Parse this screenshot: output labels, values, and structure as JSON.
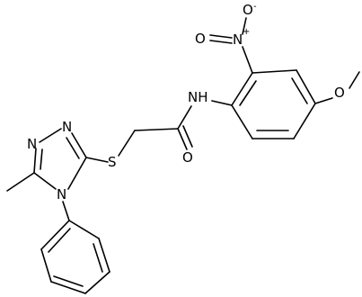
{
  "molecule": {
    "labels": {
      "nitro_o_top": "O",
      "nitro_o_top_charge": "-",
      "nitro_n": "N",
      "nitro_n_charge": "+",
      "nitro_o_left": "O",
      "amide_nh": "NH",
      "methoxy_o": "O",
      "amide_o": "O",
      "thio_s": "S",
      "triazole_n1": "N",
      "triazole_n2": "N",
      "triazole_n4": "N"
    }
  }
}
